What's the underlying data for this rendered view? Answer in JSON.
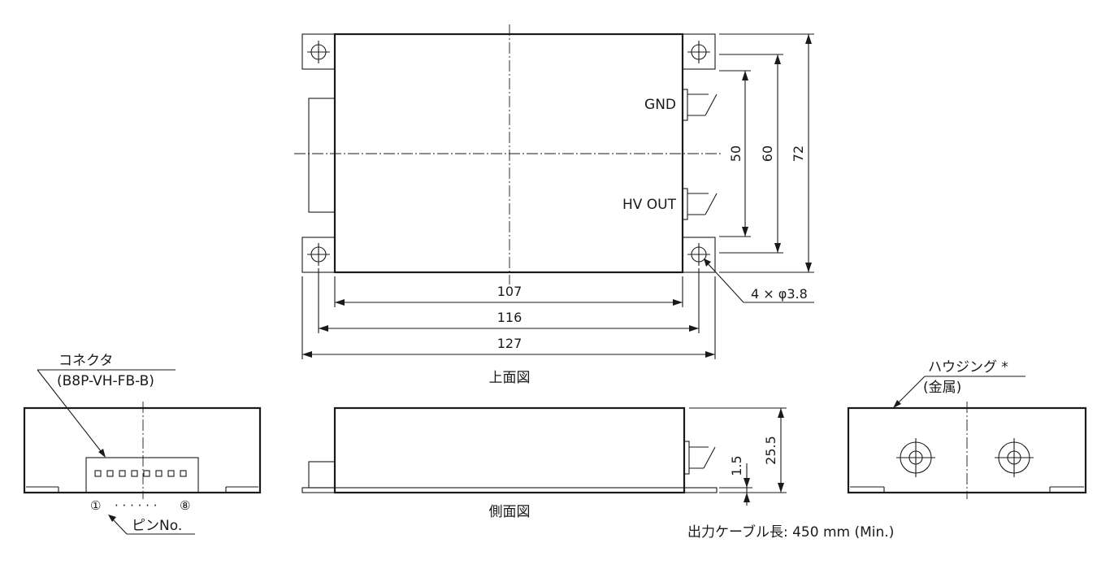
{
  "top_view": {
    "title": "上面図",
    "label_gnd": "GND",
    "label_hv_out": "HV OUT",
    "dim_width_inner": "107",
    "dim_width_hole": "116",
    "dim_width_outer": "127",
    "dim_height_inner": "50",
    "dim_height_hole": "60",
    "dim_height_outer": "72",
    "hole_note": "4 × φ3.8"
  },
  "side_view": {
    "title": "側面図",
    "dim_flange": "1.5",
    "dim_height": "25.5",
    "cable_note": "出力ケーブル長: 450 mm (Min.)"
  },
  "left_end_view": {
    "connector_label": "コネクタ",
    "connector_model": "(B8P-VH-FB-B)",
    "pin_first": "①",
    "pin_dots": "· · · · · ·",
    "pin_last": "⑧",
    "pin_label": "ピンNo."
  },
  "right_end_view": {
    "housing_label": "ハウジング *",
    "housing_material": "(金属)"
  }
}
